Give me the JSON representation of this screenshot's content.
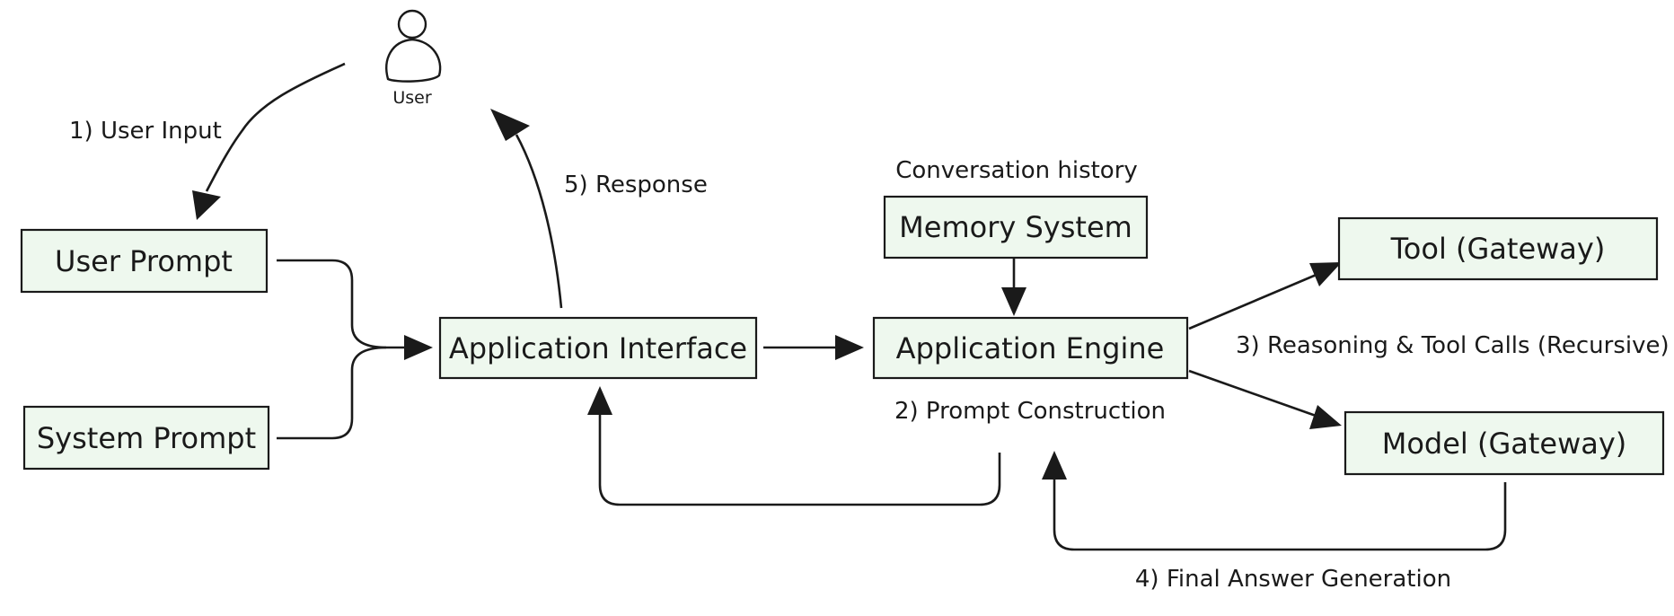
{
  "actor": {
    "label": "User"
  },
  "nodes": {
    "user_prompt": "User Prompt",
    "system_prompt": "System Prompt",
    "app_interface": "Application Interface",
    "app_engine": "Application Engine",
    "memory_system": "Memory System",
    "tool_gateway": "Tool (Gateway)",
    "model_gateway": "Model (Gateway)"
  },
  "edge_labels": {
    "user_input": "1) User Input",
    "prompt_construction": "2) Prompt Construction",
    "reasoning_tool_calls": "3) Reasoning & Tool Calls (Recursive)",
    "final_answer": "4) Final Answer Generation",
    "response": "5) Response",
    "conversation_history": "Conversation history"
  }
}
